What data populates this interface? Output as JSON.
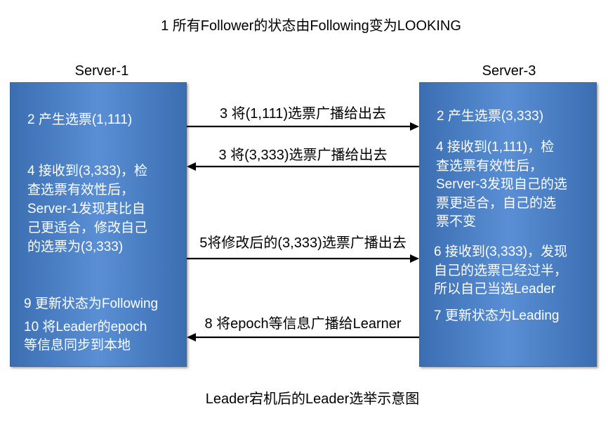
{
  "title": "1 所有Follower的状态由Following变为LOOKING",
  "caption": "Leader宕机后的Leader选举示意图",
  "server1": {
    "label": "Server-1",
    "steps": [
      {
        "lines": [
          "2 产生选票(1,111)"
        ]
      },
      {
        "lines": [
          "4 接收到(3,333)，检",
          "查选票有效性后，",
          "Server-1发现其比自",
          "己更适合，修改自己",
          "的选票为(3,333)"
        ]
      },
      {
        "lines": [
          "9 更新状态为Following"
        ]
      },
      {
        "lines": [
          "10 将Leader的epoch",
          "等信息同步到本地"
        ]
      }
    ]
  },
  "server3": {
    "label": "Server-3",
    "steps": [
      {
        "lines": [
          "2 产生选票(3,333)"
        ]
      },
      {
        "lines": [
          "4 接收到(1,111)，检",
          "查选票有效性后，",
          "Server-3发现自己的选",
          "票更适合，自己的选",
          "票不变"
        ]
      },
      {
        "lines": [
          "6 接收到(3,333)，发现",
          "自己的选票已经过半，",
          "所以自己当选Leader"
        ]
      },
      {
        "lines": [
          "7 更新状态为Leading"
        ]
      }
    ]
  },
  "messages": [
    {
      "label": "3 将(1,111)选票广播给出去",
      "arrow_icon": "arrow-right-icon"
    },
    {
      "label": "3 将(3,333)选票广播给出去",
      "arrow_icon": "arrow-left-icon"
    },
    {
      "label": "5将修改后的(3,333)选票广播出去",
      "arrow_icon": "arrow-right-icon"
    },
    {
      "label": "8 将epoch等信息广播给Learner",
      "arrow_icon": "arrow-left-icon"
    }
  ],
  "colors": {
    "box_edge": "#3b6eb1",
    "box_center": "#5a8fd5",
    "box_border": "#35649f",
    "box_text": "#ffffff",
    "arrow": "#000000",
    "text": "#000000"
  }
}
